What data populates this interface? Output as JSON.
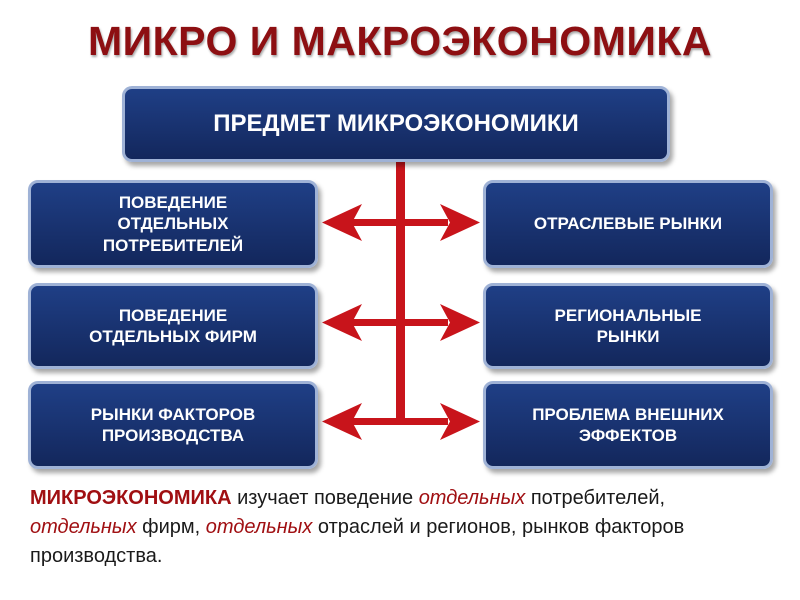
{
  "title": "МИКРО И МАКРОЭКОНОМИКА",
  "top_box": "ПРЕДМЕТ МИКРОЭКОНОМИКИ",
  "left_boxes": [
    [
      "ПОВЕДЕНИЕ",
      "ОТДЕЛЬНЫХ",
      "ПОТРЕБИТЕЛЕЙ"
    ],
    [
      "ПОВЕДЕНИЕ",
      "ОТДЕЛЬНЫХ ФИРМ"
    ],
    [
      "РЫНКИ ФАКТОРОВ",
      "ПРОИЗВОДСТВА"
    ]
  ],
  "right_boxes": [
    [
      "ОТРАСЛЕВЫЕ РЫНКИ"
    ],
    [
      "РЕГИОНАЛЬНЫЕ",
      "РЫНКИ"
    ],
    [
      "ПРОБЛЕМА ВНЕШНИХ",
      "ЭФФЕКТОВ"
    ]
  ],
  "description": {
    "term": "МИКРОЭКОНОМИКА",
    "part1": " изучает поведение ",
    "em1": "отдельных",
    "part2": " потребителей, ",
    "em2": "отдельных",
    "part3": " фирм, ",
    "em3": "отдельных",
    "part4": " отраслей и регионов, рынков факторов производства."
  },
  "colors": {
    "title": "#8d0f12",
    "box_fill": "#1a3372",
    "box_border": "#9fb2d6",
    "arrow": "#c8141b"
  }
}
